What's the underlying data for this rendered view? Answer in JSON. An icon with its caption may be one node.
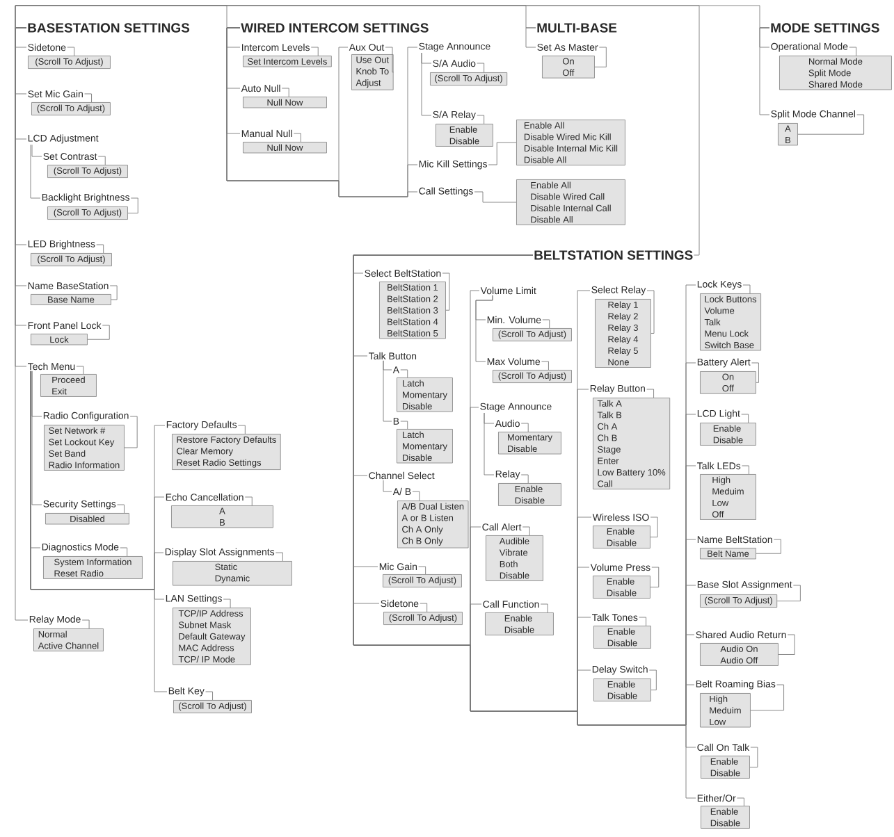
{
  "diagram": {
    "nodes": [
      {
        "text": [
          "BASESTATION SETTINGS"
        ]
      },
      {
        "text": [
          "Sidetone"
        ]
      },
      {
        "text": [
          "(Scroll To Adjust)"
        ]
      },
      {
        "text": [
          "Set Mic Gain"
        ]
      },
      {
        "text": [
          "(Scroll To Adjust)"
        ]
      },
      {
        "text": [
          "LCD Adjustment"
        ]
      },
      {
        "text": [
          "Set Contrast"
        ]
      },
      {
        "text": [
          "(Scroll To Adjust)"
        ]
      },
      {
        "text": [
          "Backlight Brightness"
        ]
      },
      {
        "text": [
          "(Scroll To Adjust)"
        ]
      },
      {
        "text": [
          "LED Brightness"
        ]
      },
      {
        "text": [
          "(Scroll To Adjust)"
        ]
      },
      {
        "text": [
          "Name BaseStation"
        ]
      },
      {
        "text": [
          "Base Name"
        ]
      },
      {
        "text": [
          "Front Panel Lock"
        ]
      },
      {
        "text": [
          "Lock"
        ]
      },
      {
        "text": [
          "Tech Menu"
        ]
      },
      {
        "text": [
          "Proceed",
          "Exit"
        ]
      },
      {
        "text": [
          "Radio Configuration"
        ]
      },
      {
        "text": [
          "Set Network #",
          "Set Lockout Key",
          "Set Band",
          "Radio Information"
        ]
      },
      {
        "text": [
          "Security Settings"
        ]
      },
      {
        "text": [
          "Disabled"
        ]
      },
      {
        "text": [
          "Diagnostics Mode"
        ]
      },
      {
        "text": [
          "System Information",
          "Reset Radio"
        ]
      },
      {
        "text": [
          "Factory Defaults"
        ]
      },
      {
        "text": [
          "Restore Factory Defaults",
          "Clear Memory",
          "Reset Radio Settings"
        ]
      },
      {
        "text": [
          "Echo Cancellation"
        ]
      },
      {
        "text": [
          "A",
          "B"
        ]
      },
      {
        "text": [
          "Display Slot Assignments"
        ]
      },
      {
        "text": [
          "Static",
          "Dynamic"
        ]
      },
      {
        "text": [
          "LAN Settings"
        ]
      },
      {
        "text": [
          "TCP/IP Address",
          "Subnet Mask",
          "Default Gateway",
          "MAC Address",
          "TCP/ IP Mode"
        ]
      },
      {
        "text": [
          "Belt Key"
        ]
      },
      {
        "text": [
          "(Scroll To Adjust)"
        ]
      },
      {
        "text": [
          "Relay Mode"
        ]
      },
      {
        "text": [
          "Normal",
          "Active Channel"
        ]
      },
      {
        "text": [
          "WIRED INTERCOM SETTINGS"
        ]
      },
      {
        "text": [
          "Intercom Levels"
        ]
      },
      {
        "text": [
          "Set Intercom Levels"
        ]
      },
      {
        "text": [
          "Auto Null"
        ]
      },
      {
        "text": [
          "Null Now"
        ]
      },
      {
        "text": [
          "Manual Null"
        ]
      },
      {
        "text": [
          "Null Now"
        ]
      },
      {
        "text": [
          "Aux Out"
        ]
      },
      {
        "text": [
          "Use Out",
          "Knob To",
          "Adjust"
        ]
      },
      {
        "text": [
          "Stage Announce"
        ]
      },
      {
        "text": [
          "S/A Audio"
        ]
      },
      {
        "text": [
          "(Scroll To Adjust)"
        ]
      },
      {
        "text": [
          "S/A Relay"
        ]
      },
      {
        "text": [
          "Enable",
          "Disable"
        ]
      },
      {
        "text": [
          "Mic Kill Settings"
        ]
      },
      {
        "text": [
          "Enable All",
          "Disable Wired Mic Kill",
          "Disable Internal Mic Kill",
          "Disable All"
        ]
      },
      {
        "text": [
          "Call Settings"
        ]
      },
      {
        "text": [
          "Enable All",
          "Disable Wired Call",
          "Disable Internal Call",
          "Disable All"
        ]
      },
      {
        "text": [
          "MULTI-BASE"
        ]
      },
      {
        "text": [
          "Set As Master"
        ]
      },
      {
        "text": [
          "On",
          "Off"
        ]
      },
      {
        "text": [
          "MODE SETTINGS"
        ]
      },
      {
        "text": [
          "Operational Mode"
        ]
      },
      {
        "text": [
          "Normal Mode",
          "Split Mode",
          "Shared Mode"
        ]
      },
      {
        "text": [
          "Split Mode Channel"
        ]
      },
      {
        "text": [
          "A",
          "B"
        ]
      },
      {
        "text": [
          "BELTSTATION SETTINGS"
        ]
      },
      {
        "text": [
          "Select BeltStation"
        ]
      },
      {
        "text": [
          "BeltStation 1",
          "BeltStation 2",
          "BeltStation 3",
          "BeltStation 4",
          "BeltStation 5"
        ]
      },
      {
        "text": [
          "Talk Button"
        ]
      },
      {
        "text": [
          "A"
        ]
      },
      {
        "text": [
          "Latch",
          "Momentary",
          "Disable"
        ]
      },
      {
        "text": [
          "B"
        ]
      },
      {
        "text": [
          "Latch",
          "Momentary",
          "Disable"
        ]
      },
      {
        "text": [
          "Channel Select"
        ]
      },
      {
        "text": [
          "A/ B"
        ]
      },
      {
        "text": [
          "A/B Dual Listen",
          "A or B Listen",
          "Ch A Only",
          "Ch B Only"
        ]
      },
      {
        "text": [
          "Mic Gain"
        ]
      },
      {
        "text": [
          "(Scroll To Adjust)"
        ]
      },
      {
        "text": [
          "Sidetone"
        ]
      },
      {
        "text": [
          "(Scroll To Adjust)"
        ]
      },
      {
        "text": [
          "Volume Limit"
        ]
      },
      {
        "text": [
          "Min. Volume"
        ]
      },
      {
        "text": [
          "(Scroll To Adjust)"
        ]
      },
      {
        "text": [
          "Max Volume"
        ]
      },
      {
        "text": [
          "(Scroll To Adjust)"
        ]
      },
      {
        "text": [
          "Stage Announce"
        ]
      },
      {
        "text": [
          "Audio"
        ]
      },
      {
        "text": [
          "Momentary",
          "Disable"
        ]
      },
      {
        "text": [
          "Relay"
        ]
      },
      {
        "text": [
          "Enable",
          "Disable"
        ]
      },
      {
        "text": [
          "Call Alert"
        ]
      },
      {
        "text": [
          "Audible",
          "Vibrate",
          "Both",
          "Disable"
        ]
      },
      {
        "text": [
          "Call Function"
        ]
      },
      {
        "text": [
          "Enable",
          "Disable"
        ]
      },
      {
        "text": [
          "Select Relay"
        ]
      },
      {
        "text": [
          "Relay 1",
          "Relay 2",
          "Relay 3",
          "Relay 4",
          "Relay 5",
          "None"
        ]
      },
      {
        "text": [
          "Relay Button"
        ]
      },
      {
        "text": [
          "Talk A",
          "Talk B",
          "Ch A",
          "Ch B",
          "Stage",
          "Enter",
          "Low Battery 10%",
          "Call"
        ]
      },
      {
        "text": [
          "Wireless ISO"
        ]
      },
      {
        "text": [
          "Enable",
          "Disable"
        ]
      },
      {
        "text": [
          "Volume Press"
        ]
      },
      {
        "text": [
          "Enable",
          "Disable"
        ]
      },
      {
        "text": [
          "Talk Tones"
        ]
      },
      {
        "text": [
          "Enable",
          "Disable"
        ]
      },
      {
        "text": [
          "Delay Switch"
        ]
      },
      {
        "text": [
          "Enable",
          "Disable"
        ]
      },
      {
        "text": [
          "Lock Keys"
        ]
      },
      {
        "text": [
          "Lock Buttons",
          "Volume",
          "Talk",
          "Menu Lock",
          "Switch Base"
        ]
      },
      {
        "text": [
          "Battery Alert"
        ]
      },
      {
        "text": [
          "On",
          "Off"
        ]
      },
      {
        "text": [
          "LCD Light"
        ]
      },
      {
        "text": [
          "Enable",
          "Disable"
        ]
      },
      {
        "text": [
          "Talk LEDs"
        ]
      },
      {
        "text": [
          "High",
          "Meduim",
          "Low",
          "Off"
        ]
      },
      {
        "text": [
          "Name BeltStation"
        ]
      },
      {
        "text": [
          "Belt Name"
        ]
      },
      {
        "text": [
          "Base Slot Assignment"
        ]
      },
      {
        "text": [
          "(Scroll To Adjust)"
        ]
      },
      {
        "text": [
          "Shared Audio Return"
        ]
      },
      {
        "text": [
          "Audio On",
          "Audio Off"
        ]
      },
      {
        "text": [
          "Belt Roaming Bias"
        ]
      },
      {
        "text": [
          "High",
          "Meduim",
          "Low"
        ]
      },
      {
        "text": [
          "Call On Talk"
        ]
      },
      {
        "text": [
          "Enable",
          "Disable"
        ]
      },
      {
        "text": [
          "Either/Or"
        ]
      },
      {
        "text": [
          "Enable",
          "Disable"
        ]
      }
    ],
    "edges": [
      {
        "from": 0,
        "to": 36,
        "arrow": "none"
      },
      {
        "from": 0,
        "to": 54,
        "arrow": "none"
      },
      {
        "from": 0,
        "to": 57,
        "arrow": "none"
      },
      {
        "from": 0,
        "to": 62,
        "arrow": "none"
      },
      {
        "from": 0,
        "to": 1,
        "arrow": "none"
      },
      {
        "from": 1,
        "to": 2,
        "arrow": "none"
      },
      {
        "from": 0,
        "to": 3,
        "arrow": "none"
      },
      {
        "from": 3,
        "to": 4,
        "arrow": "none"
      },
      {
        "from": 0,
        "to": 5,
        "arrow": "none"
      },
      {
        "from": 5,
        "to": 6,
        "arrow": "none"
      },
      {
        "from": 6,
        "to": 7,
        "arrow": "none"
      },
      {
        "from": 5,
        "to": 8,
        "arrow": "none"
      },
      {
        "from": 8,
        "to": 9,
        "arrow": "none"
      },
      {
        "from": 0,
        "to": 10,
        "arrow": "none"
      },
      {
        "from": 10,
        "to": 11,
        "arrow": "none"
      },
      {
        "from": 0,
        "to": 12,
        "arrow": "none"
      },
      {
        "from": 12,
        "to": 13,
        "arrow": "none"
      },
      {
        "from": 0,
        "to": 14,
        "arrow": "none"
      },
      {
        "from": 14,
        "to": 15,
        "arrow": "none"
      },
      {
        "from": 0,
        "to": 16,
        "arrow": "none"
      },
      {
        "from": 16,
        "to": 17,
        "arrow": "none"
      },
      {
        "from": 16,
        "to": 18,
        "arrow": "none"
      },
      {
        "from": 18,
        "to": 19,
        "arrow": "none"
      },
      {
        "from": 16,
        "to": 20,
        "arrow": "none"
      },
      {
        "from": 20,
        "to": 21,
        "arrow": "none"
      },
      {
        "from": 16,
        "to": 22,
        "arrow": "none"
      },
      {
        "from": 22,
        "to": 23,
        "arrow": "none"
      },
      {
        "from": 16,
        "to": 24,
        "arrow": "none"
      },
      {
        "from": 24,
        "to": 25,
        "arrow": "none"
      },
      {
        "from": 16,
        "to": 26,
        "arrow": "none"
      },
      {
        "from": 26,
        "to": 27,
        "arrow": "none"
      },
      {
        "from": 16,
        "to": 28,
        "arrow": "none"
      },
      {
        "from": 28,
        "to": 29,
        "arrow": "none"
      },
      {
        "from": 16,
        "to": 30,
        "arrow": "none"
      },
      {
        "from": 30,
        "to": 31,
        "arrow": "none"
      },
      {
        "from": 16,
        "to": 32,
        "arrow": "none"
      },
      {
        "from": 32,
        "to": 33,
        "arrow": "none"
      },
      {
        "from": 0,
        "to": 34,
        "arrow": "none"
      },
      {
        "from": 34,
        "to": 35,
        "arrow": "none"
      },
      {
        "from": 36,
        "to": 37,
        "arrow": "none"
      },
      {
        "from": 37,
        "to": 38,
        "arrow": "none"
      },
      {
        "from": 36,
        "to": 39,
        "arrow": "none"
      },
      {
        "from": 39,
        "to": 40,
        "arrow": "none"
      },
      {
        "from": 36,
        "to": 41,
        "arrow": "none"
      },
      {
        "from": 41,
        "to": 42,
        "arrow": "none"
      },
      {
        "from": 36,
        "to": 43,
        "arrow": "none"
      },
      {
        "from": 43,
        "to": 44,
        "arrow": "none"
      },
      {
        "from": 36,
        "to": 45,
        "arrow": "none"
      },
      {
        "from": 45,
        "to": 46,
        "arrow": "none"
      },
      {
        "from": 46,
        "to": 47,
        "arrow": "none"
      },
      {
        "from": 45,
        "to": 48,
        "arrow": "none"
      },
      {
        "from": 48,
        "to": 49,
        "arrow": "none"
      },
      {
        "from": 36,
        "to": 50,
        "arrow": "none"
      },
      {
        "from": 50,
        "to": 51,
        "arrow": "none"
      },
      {
        "from": 36,
        "to": 52,
        "arrow": "none"
      },
      {
        "from": 52,
        "to": 53,
        "arrow": "none"
      },
      {
        "from": 54,
        "to": 55,
        "arrow": "none"
      },
      {
        "from": 55,
        "to": 56,
        "arrow": "none"
      },
      {
        "from": 57,
        "to": 58,
        "arrow": "none"
      },
      {
        "from": 58,
        "to": 59,
        "arrow": "none"
      },
      {
        "from": 57,
        "to": 60,
        "arrow": "none"
      },
      {
        "from": 60,
        "to": 61,
        "arrow": "none"
      },
      {
        "from": 62,
        "to": 63,
        "arrow": "none"
      },
      {
        "from": 63,
        "to": 64,
        "arrow": "none"
      },
      {
        "from": 62,
        "to": 65,
        "arrow": "none"
      },
      {
        "from": 65,
        "to": 66,
        "arrow": "none"
      },
      {
        "from": 66,
        "to": 67,
        "arrow": "none"
      },
      {
        "from": 65,
        "to": 68,
        "arrow": "none"
      },
      {
        "from": 68,
        "to": 69,
        "arrow": "none"
      },
      {
        "from": 62,
        "to": 70,
        "arrow": "none"
      },
      {
        "from": 70,
        "to": 71,
        "arrow": "none"
      },
      {
        "from": 71,
        "to": 72,
        "arrow": "none"
      },
      {
        "from": 62,
        "to": 73,
        "arrow": "none"
      },
      {
        "from": 73,
        "to": 74,
        "arrow": "none"
      },
      {
        "from": 62,
        "to": 75,
        "arrow": "none"
      },
      {
        "from": 75,
        "to": 76,
        "arrow": "none"
      },
      {
        "from": 62,
        "to": 77,
        "arrow": "none"
      },
      {
        "from": 77,
        "to": 78,
        "arrow": "none"
      },
      {
        "from": 78,
        "to": 79,
        "arrow": "none"
      },
      {
        "from": 77,
        "to": 80,
        "arrow": "none"
      },
      {
        "from": 80,
        "to": 81,
        "arrow": "none"
      },
      {
        "from": 62,
        "to": 82,
        "arrow": "none"
      },
      {
        "from": 82,
        "to": 83,
        "arrow": "none"
      },
      {
        "from": 83,
        "to": 84,
        "arrow": "none"
      },
      {
        "from": 82,
        "to": 85,
        "arrow": "none"
      },
      {
        "from": 85,
        "to": 86,
        "arrow": "none"
      },
      {
        "from": 62,
        "to": 87,
        "arrow": "none"
      },
      {
        "from": 87,
        "to": 88,
        "arrow": "none"
      },
      {
        "from": 62,
        "to": 89,
        "arrow": "none"
      },
      {
        "from": 89,
        "to": 90,
        "arrow": "none"
      },
      {
        "from": 62,
        "to": 91,
        "arrow": "none"
      },
      {
        "from": 91,
        "to": 92,
        "arrow": "none"
      },
      {
        "from": 62,
        "to": 93,
        "arrow": "none"
      },
      {
        "from": 93,
        "to": 94,
        "arrow": "none"
      },
      {
        "from": 62,
        "to": 95,
        "arrow": "none"
      },
      {
        "from": 95,
        "to": 96,
        "arrow": "none"
      },
      {
        "from": 62,
        "to": 97,
        "arrow": "none"
      },
      {
        "from": 97,
        "to": 98,
        "arrow": "none"
      },
      {
        "from": 62,
        "to": 99,
        "arrow": "none"
      },
      {
        "from": 99,
        "to": 100,
        "arrow": "none"
      },
      {
        "from": 62,
        "to": 101,
        "arrow": "none"
      },
      {
        "from": 101,
        "to": 102,
        "arrow": "none"
      },
      {
        "from": 62,
        "to": 103,
        "arrow": "none"
      },
      {
        "from": 103,
        "to": 104,
        "arrow": "none"
      },
      {
        "from": 62,
        "to": 105,
        "arrow": "none"
      },
      {
        "from": 105,
        "to": 106,
        "arrow": "none"
      },
      {
        "from": 62,
        "to": 107,
        "arrow": "none"
      },
      {
        "from": 107,
        "to": 108,
        "arrow": "none"
      },
      {
        "from": 62,
        "to": 109,
        "arrow": "none"
      },
      {
        "from": 109,
        "to": 110,
        "arrow": "none"
      },
      {
        "from": 62,
        "to": 111,
        "arrow": "none"
      },
      {
        "from": 111,
        "to": 112,
        "arrow": "none"
      },
      {
        "from": 62,
        "to": 113,
        "arrow": "none"
      },
      {
        "from": 113,
        "to": 114,
        "arrow": "none"
      },
      {
        "from": 62,
        "to": 115,
        "arrow": "none"
      },
      {
        "from": 115,
        "to": 116,
        "arrow": "none"
      },
      {
        "from": 62,
        "to": 117,
        "arrow": "none"
      },
      {
        "from": 117,
        "to": 118,
        "arrow": "none"
      },
      {
        "from": 62,
        "to": 119,
        "arrow": "none"
      },
      {
        "from": 119,
        "to": 120,
        "arrow": "none"
      },
      {
        "from": 62,
        "to": 121,
        "arrow": "none"
      },
      {
        "from": 121,
        "to": 122,
        "arrow": "none"
      }
    ]
  }
}
